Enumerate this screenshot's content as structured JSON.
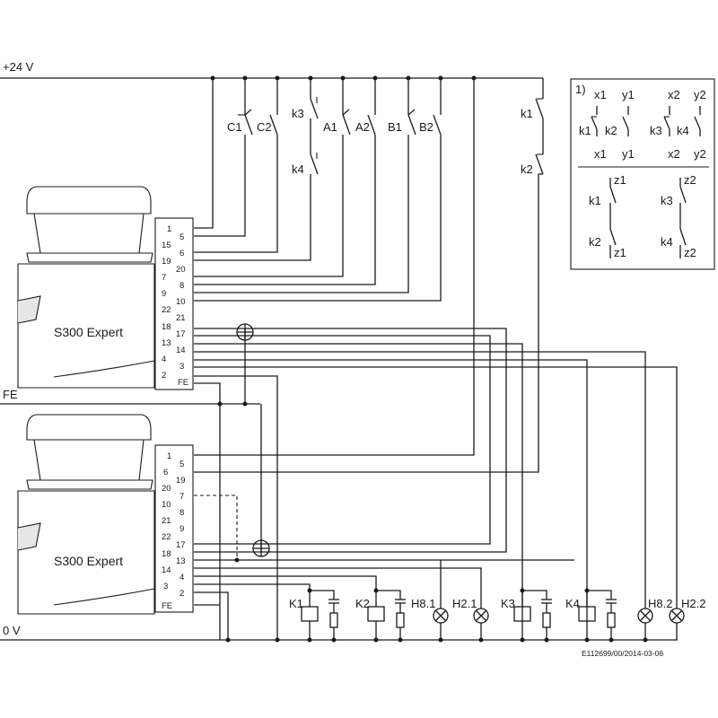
{
  "rails": {
    "supply": "+24 V",
    "functional_earth": "FE",
    "ground": "0 V"
  },
  "scanners": [
    {
      "name": "S300 Expert",
      "pins": [
        "1",
        "5",
        "15",
        "6",
        "19",
        "20",
        "7",
        "8",
        "9",
        "22",
        "10",
        "18",
        "21",
        "17",
        "13",
        "14",
        "4",
        "3",
        "2",
        "FE"
      ]
    },
    {
      "name": "S300 Expert",
      "pins": [
        "1",
        "5",
        "6",
        "19",
        "20",
        "7",
        "10",
        "8",
        "21",
        "9",
        "22",
        "17",
        "18",
        "13",
        "14",
        "4",
        "3",
        "2",
        "FE"
      ]
    }
  ],
  "contacts": {
    "c1": "C1",
    "c2": "C2",
    "k3": "k3",
    "k4": "k4",
    "a1": "A1",
    "a2": "A2",
    "b1": "B1",
    "b2": "B2",
    "k1": "k1",
    "k2": "k2"
  },
  "loads": {
    "relays": [
      "K1",
      "K2",
      "K3",
      "K4"
    ],
    "lamps": [
      "H8.1",
      "H2.1",
      "H8.2",
      "H2.2"
    ]
  },
  "note": {
    "marker": "1)",
    "top_left": [
      "x1",
      "y1",
      "k1",
      "k2",
      "x1",
      "y1"
    ],
    "top_right": [
      "x2",
      "y2",
      "k3",
      "k4",
      "x2",
      "y2"
    ],
    "bottom_left": [
      "z1",
      "k1",
      "k2",
      "z1"
    ],
    "bottom_right": [
      "z2",
      "k3",
      "k4",
      "z2"
    ]
  },
  "reference": "E112699/00/2014-03-06"
}
